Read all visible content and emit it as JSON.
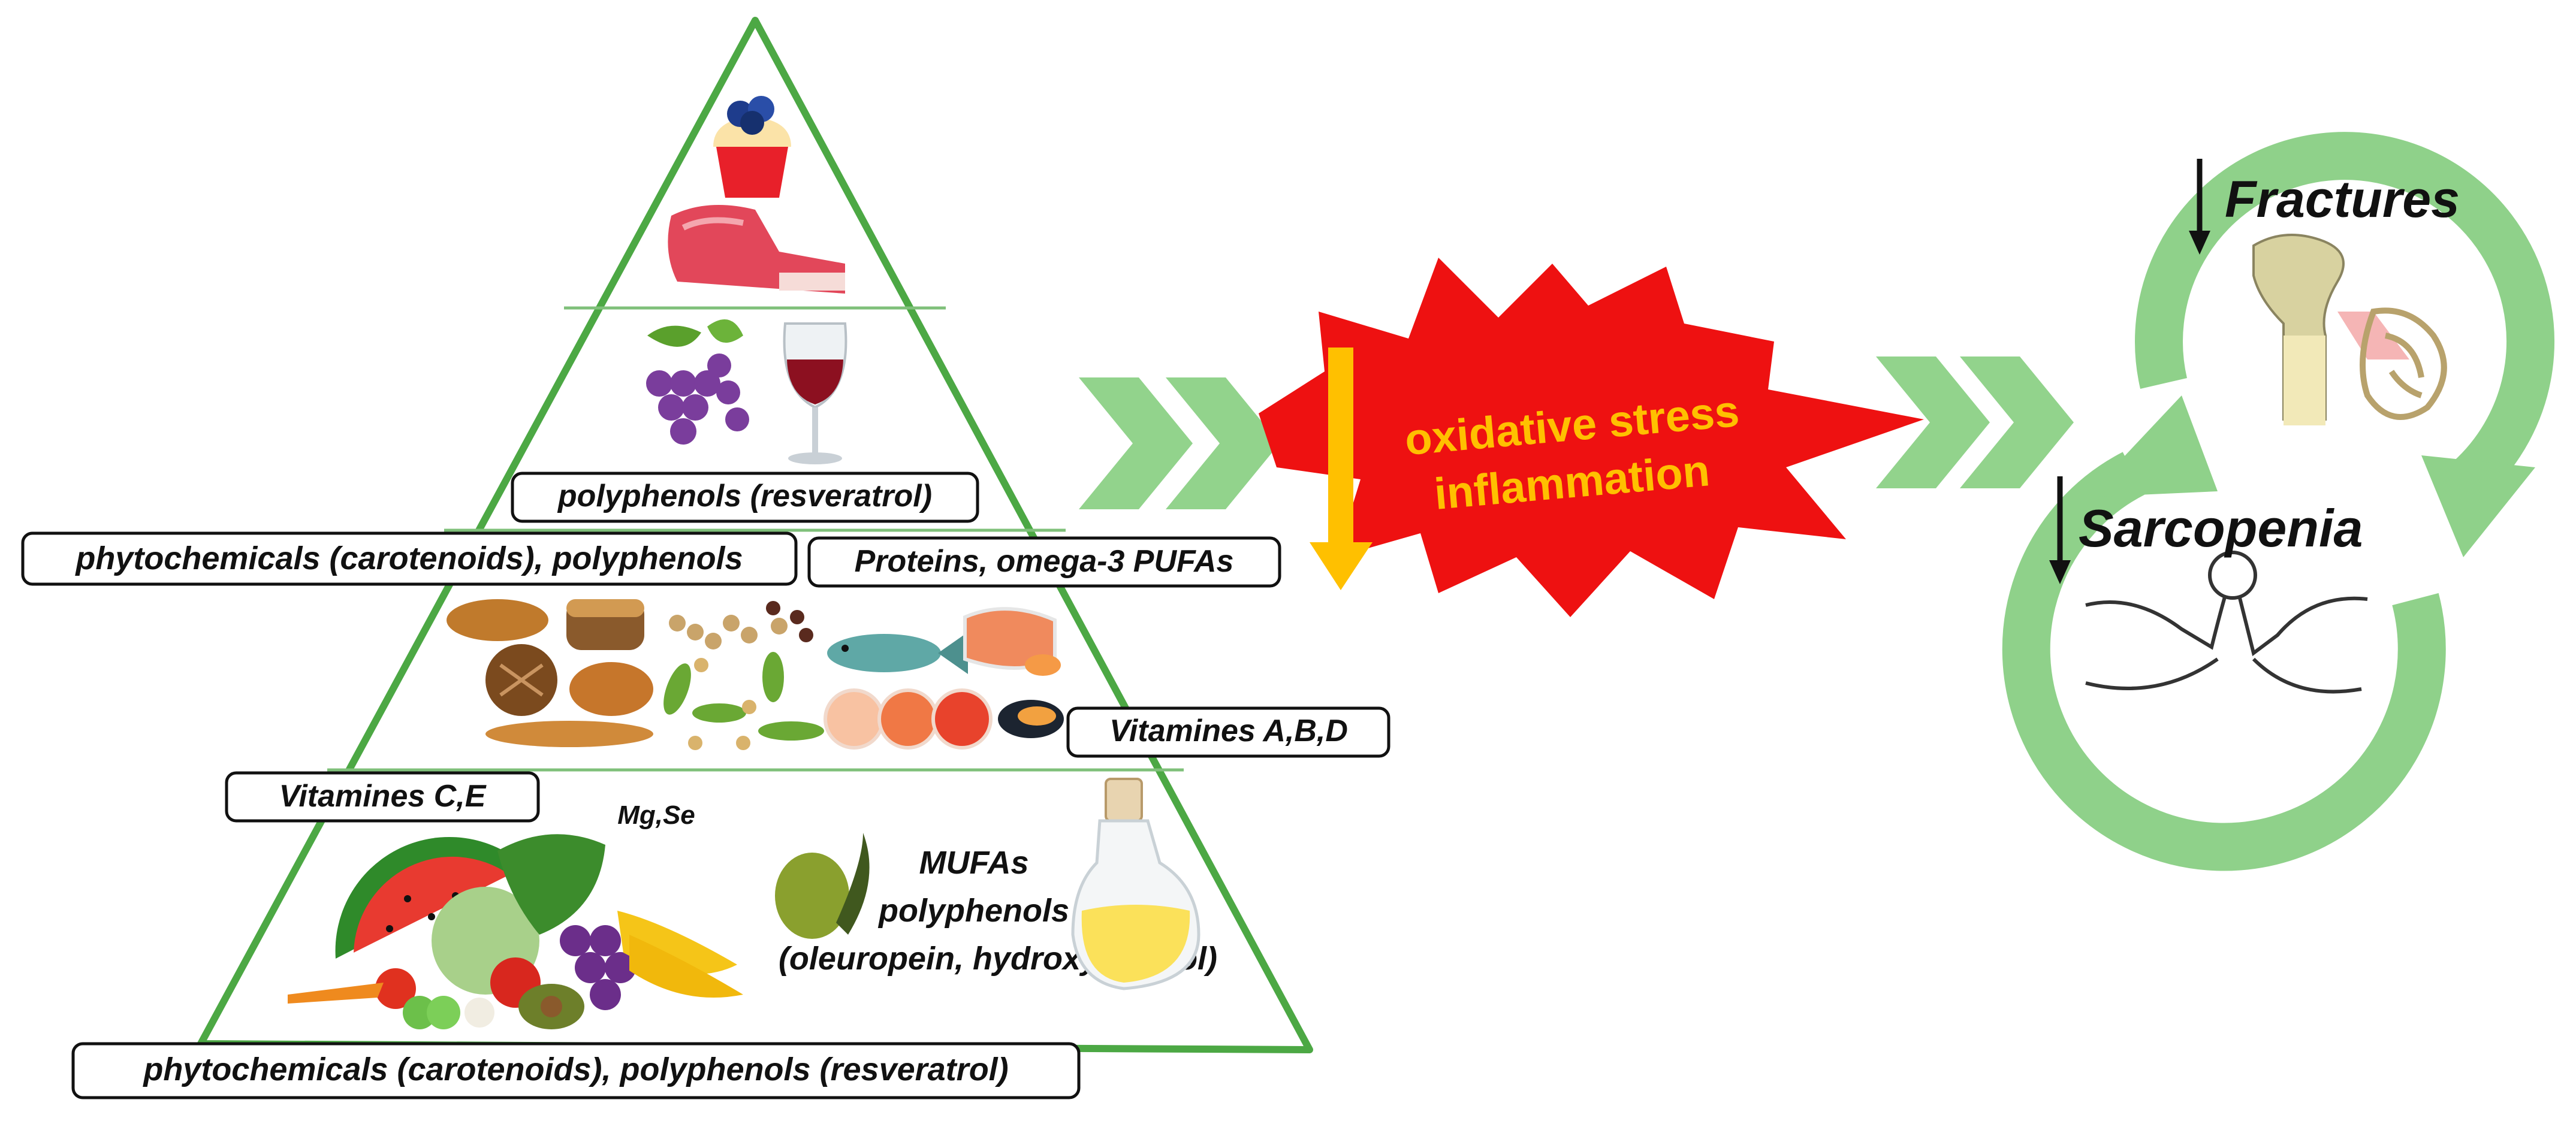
{
  "pyramid": {
    "top_label": "polyphenols (resveratrol)",
    "left_mid_label": "phytochemicals (carotenoids), polyphenols",
    "right_mid_label": "Proteins, omega-3 PUFAs",
    "vitamins_abd": "Vitamines A,B,D",
    "vitamins_ce": "Vitamines C,E",
    "minerals": "Mg,Se",
    "mufa_lines": [
      "MUFAs",
      "polyphenols",
      "(oleuropein, hydroxytyrosol)"
    ],
    "bottom_label": "phytochemicals (carotenoids), polyphenols (resveratrol)",
    "colors": {
      "outline": "#4ca844",
      "divider": "#7fc07a"
    }
  },
  "burst": {
    "lines": [
      "oxidative stress",
      "inflammation"
    ],
    "fill": "#ee1111",
    "text_color": "#ffc000",
    "arrow_color": "#ffc000"
  },
  "outcomes": {
    "fractures": "Fractures",
    "sarcopenia": "Sarcopenia",
    "cycle_color": "#8fd18a"
  },
  "chevron_color": "#92d38c",
  "icons": [
    "cupcake-icon",
    "meat-icon",
    "grapes-icon",
    "wine-glass-icon",
    "bread-icon",
    "legumes-icon",
    "fish-icon",
    "salmon-steak-icon",
    "mussel-icon",
    "watermelon-icon",
    "vegetables-icon",
    "olive-icon",
    "oil-bottle-icon",
    "femur-bone-icon",
    "arm-wrestling-icon"
  ]
}
